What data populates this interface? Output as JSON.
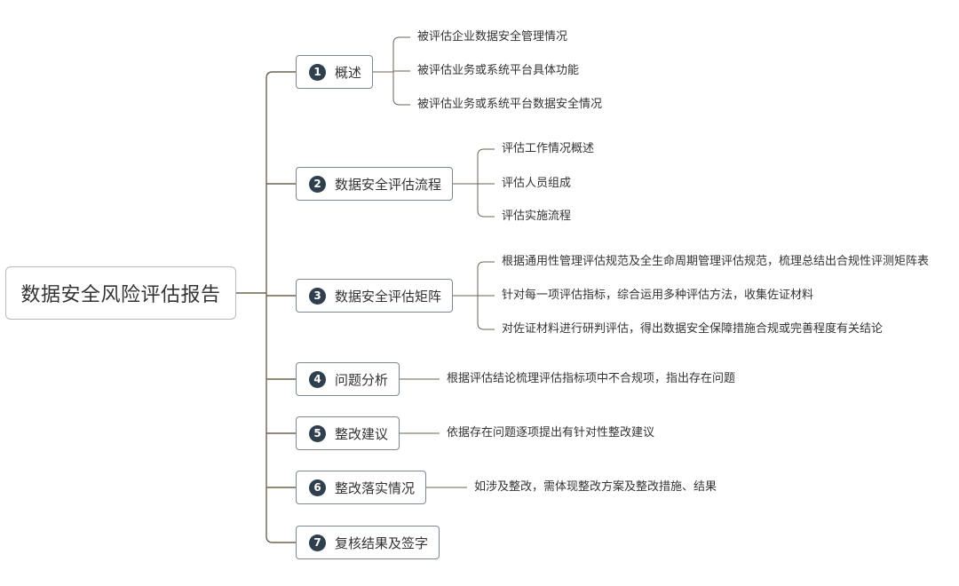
{
  "root": {
    "label": "数据安全风险评估报告"
  },
  "branches": [
    {
      "num": "1",
      "label": "概述",
      "children": [
        "被评估企业数据安全管理情况",
        "被评估业务或系统平台具体功能",
        "被评估业务或系统平台数据安全情况"
      ]
    },
    {
      "num": "2",
      "label": "数据安全评估流程",
      "children": [
        "评估工作情况概述",
        "评估人员组成",
        "评估实施流程"
      ]
    },
    {
      "num": "3",
      "label": "数据安全评估矩阵",
      "children": [
        "根据通用性管理评估规范及全生命周期管理评估规范，梳理总结出合规性评测矩阵表",
        "针对每一项评估指标，综合运用多种评估方法，收集佐证材料",
        "对佐证材料进行研判评估，得出数据安全保障措施合规或完善程度有关结论"
      ]
    },
    {
      "num": "4",
      "label": "问题分析",
      "children": [
        "根据评估结论梳理评估指标项中不合规项，指出存在问题"
      ]
    },
    {
      "num": "5",
      "label": "整改建议",
      "children": [
        "依据存在问题逐项提出有针对性整改建议"
      ]
    },
    {
      "num": "6",
      "label": "整改落实情况",
      "children": [
        "如涉及整改，需体现整改方案及整改措施、结果"
      ]
    },
    {
      "num": "7",
      "label": "复核结果及签字",
      "children": []
    }
  ]
}
